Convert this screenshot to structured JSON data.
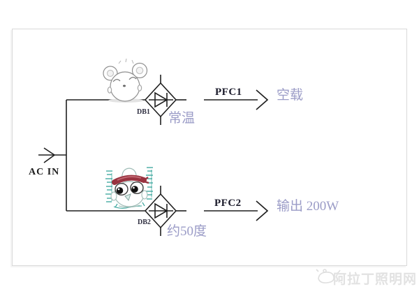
{
  "diagram": {
    "input_label": "AC IN",
    "branches": [
      {
        "rectifier": "DB1",
        "condition": "常温",
        "stage": "PFC1",
        "output": "空载",
        "mascot_icon": "relaxed-mouse-icon"
      },
      {
        "rectifier": "DB2",
        "condition": "约50度",
        "stage": "PFC2",
        "output": "输出 200W",
        "mascot_icon": "sweating-mascot-icon"
      }
    ]
  },
  "watermark": {
    "text": "阿拉丁照明网",
    "icon": "magic-lamp-icon"
  },
  "colors": {
    "schematic_line": "#1f1f1f",
    "condition_text": "#9b9cc7",
    "teal_accent": "#2fa096",
    "headband_red": "#993340",
    "frame_border": "#d9d9d9",
    "watermark_gray": "#e2e2e2"
  }
}
